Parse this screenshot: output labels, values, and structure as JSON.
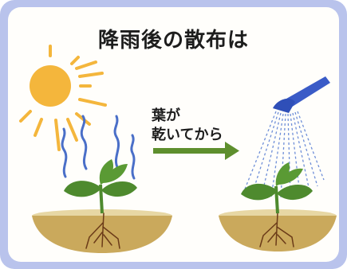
{
  "title": "降雨後の散布は",
  "caption": {
    "line1": "葉が",
    "line2": "乾いてから"
  },
  "colors": {
    "frame": "#b9c3ec",
    "sun": "#f4b63c",
    "arrow": "#5e8f2d",
    "leaf": "#4e8a2e",
    "soil": "#caa95c",
    "roots": "#6b3b18",
    "steam": "#4a6fc8",
    "spray": "#6f8fd8",
    "watering_can": "#3a5bc7"
  },
  "icons": [
    "sun-icon",
    "steam-icon",
    "arrow-right-icon",
    "watering-can-icon",
    "plant-icon",
    "soil-icon"
  ]
}
